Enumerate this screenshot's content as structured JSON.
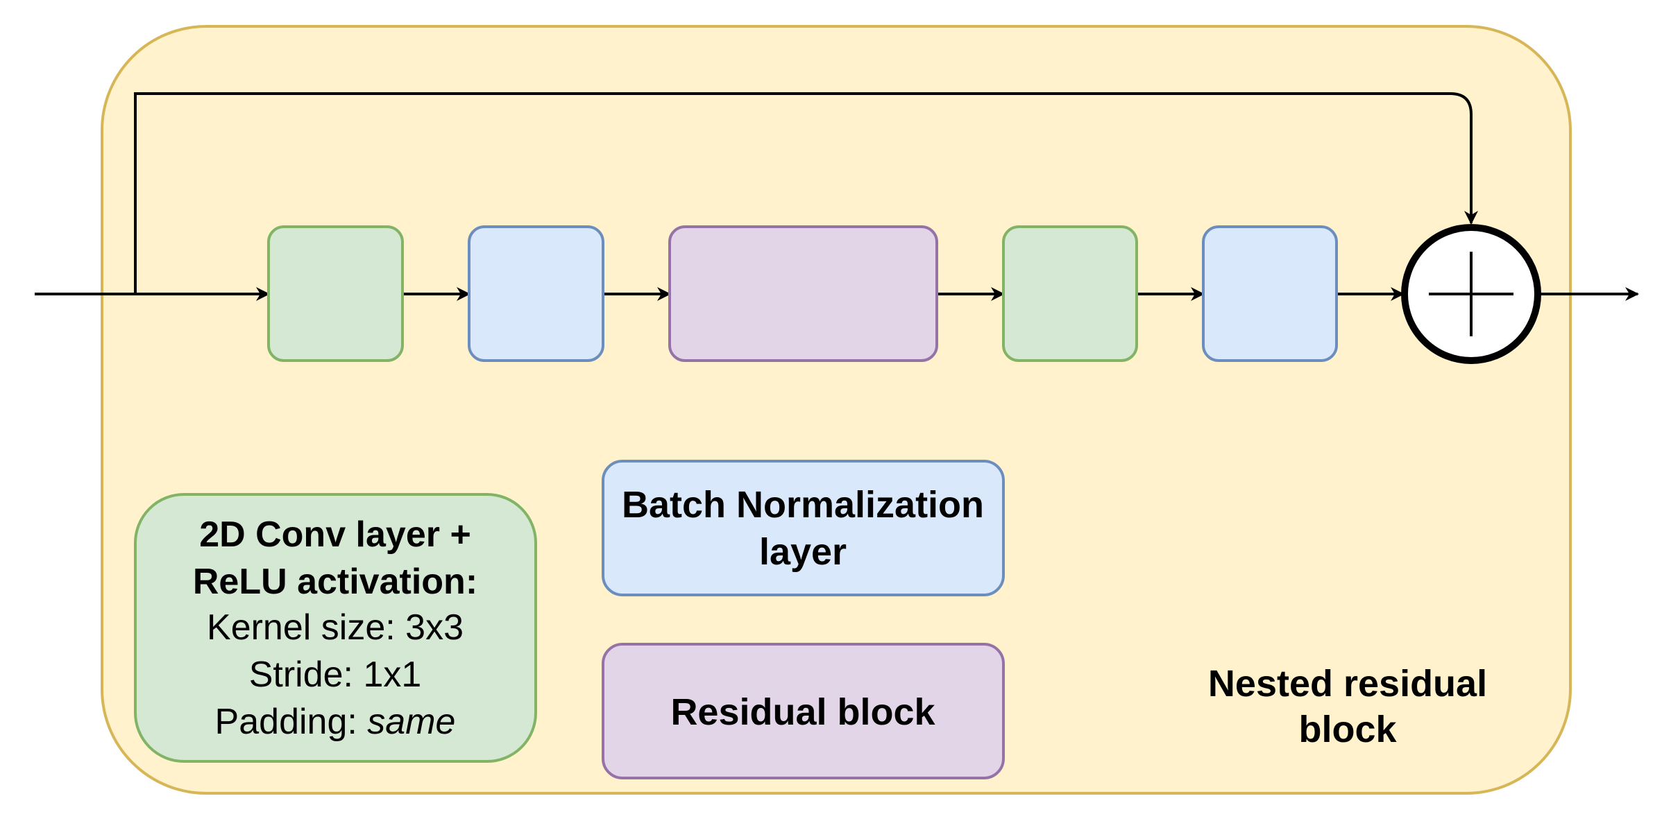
{
  "colors": {
    "container_fill": "#fff2cc",
    "container_stroke": "#d6b656",
    "conv_fill": "#d5e8d4",
    "conv_stroke": "#82b366",
    "bn_fill": "#dae8fc",
    "bn_stroke": "#6c8ebf",
    "res_fill": "#e1d5e7",
    "res_stroke": "#9673a6",
    "line": "#000000"
  },
  "pipeline": [
    {
      "kind": "conv",
      "name": "pipeline-conv-block-1"
    },
    {
      "kind": "bn",
      "name": "pipeline-batchnorm-block-1"
    },
    {
      "kind": "res",
      "name": "pipeline-residual-block"
    },
    {
      "kind": "conv",
      "name": "pipeline-conv-block-2"
    },
    {
      "kind": "bn",
      "name": "pipeline-batchnorm-block-2"
    }
  ],
  "sum_node_icon": "plus-circle-icon",
  "legend": {
    "conv": {
      "title_line1": "2D Conv layer +",
      "title_line2": "ReLU activation:",
      "kernel": "Kernel size: 3x3",
      "stride": "Stride: 1x1",
      "padding_label": "Padding: ",
      "padding_value": "same"
    },
    "bn": {
      "line1": "Batch Normalization",
      "line2": "layer"
    },
    "res": {
      "label": "Residual block"
    }
  },
  "container_label": {
    "line1": "Nested residual",
    "line2": "block"
  }
}
